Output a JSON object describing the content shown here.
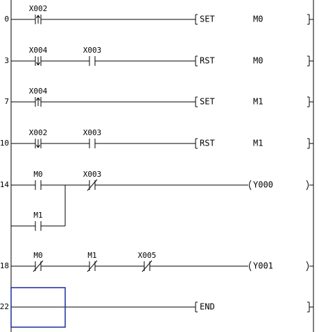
{
  "rungs": [
    {
      "step": "0",
      "branches": [
        [
          {
            "device": "X002",
            "type": "pulse-rising"
          }
        ]
      ],
      "output": {
        "kind": "func",
        "instr": "SET",
        "operand": "M0"
      }
    },
    {
      "step": "3",
      "branches": [
        [
          {
            "device": "X004",
            "type": "pulse-falling"
          },
          {
            "device": "X003",
            "type": "no"
          }
        ]
      ],
      "output": {
        "kind": "func",
        "instr": "RST",
        "operand": "M0"
      }
    },
    {
      "step": "7",
      "branches": [
        [
          {
            "device": "X004",
            "type": "pulse-rising"
          }
        ]
      ],
      "output": {
        "kind": "func",
        "instr": "SET",
        "operand": "M1"
      }
    },
    {
      "step": "10",
      "branches": [
        [
          {
            "device": "X002",
            "type": "pulse-falling"
          },
          {
            "device": "X003",
            "type": "no"
          }
        ]
      ],
      "output": {
        "kind": "func",
        "instr": "RST",
        "operand": "M1"
      }
    },
    {
      "step": "14",
      "branches": [
        [
          {
            "device": "M0",
            "type": "no"
          },
          {
            "device": "X003",
            "type": "nc"
          }
        ],
        [
          {
            "device": "M1",
            "type": "no"
          }
        ]
      ],
      "output": {
        "kind": "coil",
        "instr": "Y000",
        "operand": ""
      }
    },
    {
      "step": "18",
      "branches": [
        [
          {
            "device": "M0",
            "type": "nc"
          },
          {
            "device": "M1",
            "type": "nc"
          },
          {
            "device": "X005",
            "type": "nc"
          }
        ]
      ],
      "output": {
        "kind": "coil",
        "instr": "Y001",
        "operand": ""
      }
    },
    {
      "step": "22",
      "branches": [],
      "output": {
        "kind": "func",
        "instr": "END",
        "operand": ""
      },
      "cursor": true
    }
  ],
  "colors": {
    "line": "#000000",
    "cursor": "#1a2a9c",
    "rail": "#000000"
  }
}
